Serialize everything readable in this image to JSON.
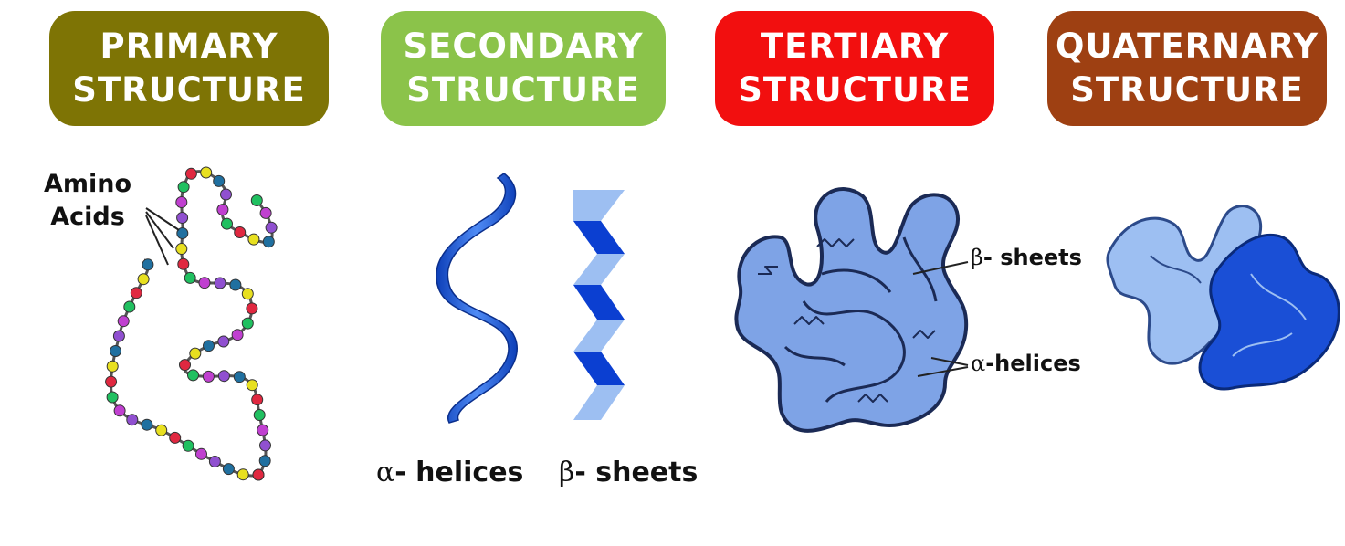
{
  "headers": {
    "primary": {
      "line1": "PRIMARY",
      "line2": "STRUCTURE",
      "color": "#7e7405"
    },
    "secondary": {
      "line1": "SECONDARY",
      "line2": "STRUCTURE",
      "color": "#8bc34a"
    },
    "tertiary": {
      "line1": "TERTIARY",
      "line2": "STRUCTURE",
      "color": "#f20f0f"
    },
    "quaternary": {
      "line1": "QUATERNARY",
      "line2": "STRUCTURE",
      "color": "#9e4012"
    }
  },
  "primary": {
    "label_line1": "Amino",
    "label_line2": "Acids"
  },
  "secondary": {
    "alpha_symbol": "α",
    "alpha_text": "- helices",
    "beta_symbol": "β",
    "beta_text": "- sheets"
  },
  "tertiary": {
    "beta_symbol": "β",
    "beta_text": "- sheets",
    "alpha_symbol": "α",
    "alpha_text": "-helices"
  },
  "colors": {
    "helix_blue": "#1f5fe0",
    "light_blue": "#9dbff2",
    "dark_blue": "#0b3fd1",
    "tertiary_fill": "#7ea3e6",
    "outline": "#1b2a55",
    "amino_colors": [
      "#c040d0",
      "#20c060",
      "#e02840",
      "#e8e020",
      "#2070a0",
      "#9050d0"
    ]
  }
}
